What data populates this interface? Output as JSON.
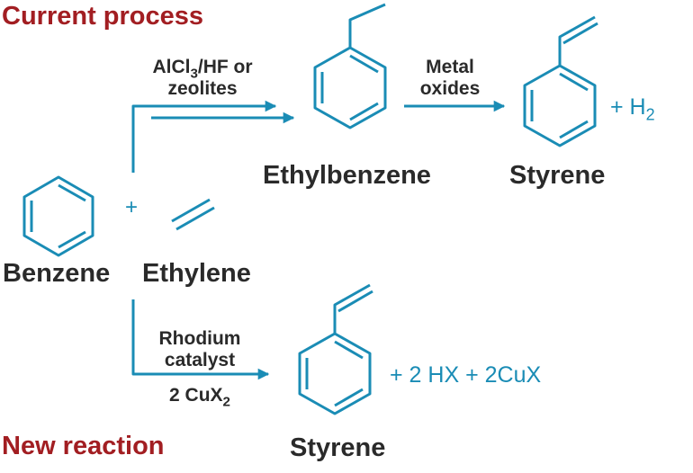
{
  "sections": {
    "current": "Current process",
    "new": "New reaction"
  },
  "reagents": {
    "benzene": "Benzene",
    "ethylene": "Ethylene",
    "plus": "+"
  },
  "current": {
    "step1": {
      "line1_pre": "AlCl",
      "line1_sub": "3",
      "line1_post": "/HF or",
      "line2": "zeolites"
    },
    "intermediate": "Ethylbenzene",
    "step2": {
      "line1": "Metal",
      "line2": "oxides"
    },
    "product": "Styrene",
    "byproduct": {
      "pre": "+ H",
      "sub": "2"
    }
  },
  "new": {
    "catalyst": {
      "line1": "Rhodium",
      "line2": "catalyst"
    },
    "oxidant": {
      "pre": "2 CuX",
      "sub": "2"
    },
    "product": "Styrene",
    "byproducts": "+ 2 HX + 2CuX"
  },
  "colors": {
    "structure": "#1a8cb5",
    "section_title": "#a21e22",
    "text": "#2a2a2a"
  }
}
